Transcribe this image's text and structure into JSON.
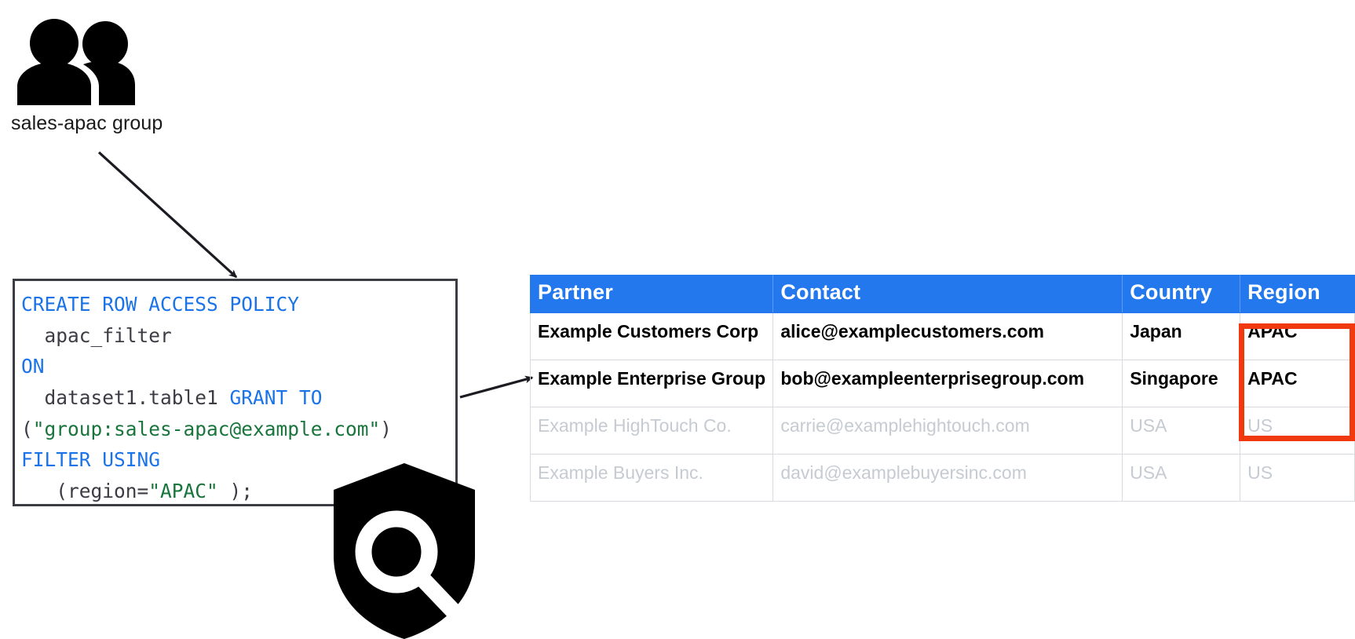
{
  "diagram": {
    "group": {
      "icon": "people-group-icon",
      "label": "sales-apac group"
    },
    "shield": {
      "icon": "shield-magnifier-icon"
    },
    "arrows": [
      {
        "name": "arrow-group-to-policy"
      },
      {
        "name": "arrow-policy-to-table"
      }
    ]
  },
  "code": {
    "title": "row access policy statement",
    "lines": [
      {
        "segments": [
          {
            "t": "CREATE ROW ACCESS POLICY",
            "c": "kw"
          }
        ]
      },
      {
        "segments": [
          {
            "t": "  apac_filter",
            "c": "pln"
          }
        ]
      },
      {
        "segments": [
          {
            "t": "ON",
            "c": "kw"
          }
        ]
      },
      {
        "segments": [
          {
            "t": "  dataset1.table1 ",
            "c": "pln"
          },
          {
            "t": "GRANT TO",
            "c": "kw"
          }
        ]
      },
      {
        "segments": [
          {
            "t": "(",
            "c": "pln"
          },
          {
            "t": "\"group:sales-apac@example.com\"",
            "c": "str"
          },
          {
            "t": ")",
            "c": "pln"
          }
        ]
      },
      {
        "segments": [
          {
            "t": "FILTER USING",
            "c": "kw"
          }
        ]
      },
      {
        "segments": [
          {
            "t": "   (region=",
            "c": "pln"
          },
          {
            "t": "\"APAC\"",
            "c": "str"
          },
          {
            "t": " );",
            "c": "pln"
          }
        ]
      }
    ]
  },
  "table": {
    "columns": [
      "Partner",
      "Contact",
      "Country",
      "Region"
    ],
    "rows": [
      {
        "state": "visible",
        "cells": [
          "Example Customers Corp",
          "alice@examplecustomers.com",
          "Japan",
          "APAC"
        ]
      },
      {
        "state": "visible",
        "cells": [
          "Example Enterprise Group",
          "bob@exampleenterprisegroup.com",
          "Singapore",
          "APAC"
        ]
      },
      {
        "state": "filtered-out",
        "cells": [
          "Example HighTouch Co.",
          "carrie@examplehightouch.com",
          "USA",
          "US"
        ]
      },
      {
        "state": "filtered-out",
        "cells": [
          "Example Buyers Inc.",
          "david@examplebuyersinc.com",
          "USA",
          "US"
        ]
      }
    ],
    "highlight": {
      "name": "region-apac-highlight",
      "color": "#f0390e",
      "covers": "Region column rows 1-2"
    }
  },
  "colors": {
    "header_blue": "#2378ee",
    "highlight_red": "#f0390e",
    "keyword_blue": "#1a73e8",
    "string_green": "#18753c",
    "dim_grey": "#c6cbd2",
    "box_border": "#3c3c44"
  }
}
